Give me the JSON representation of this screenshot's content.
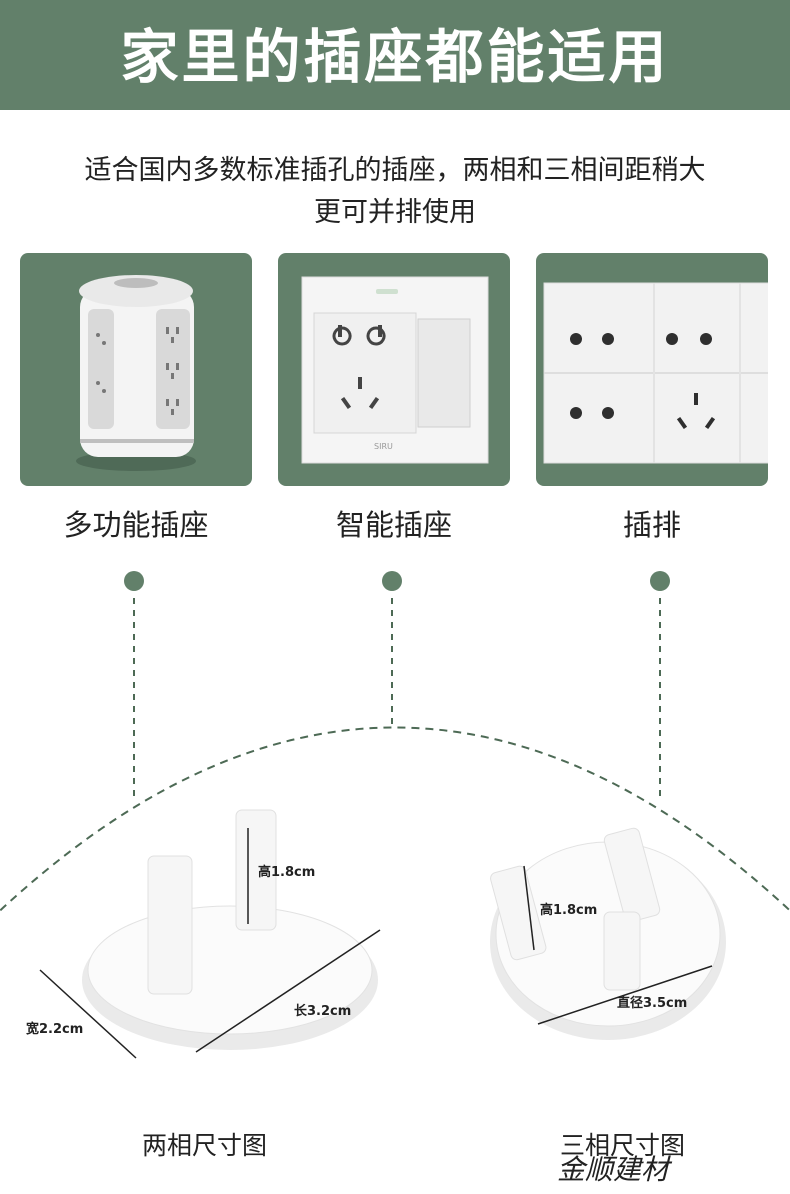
{
  "header": {
    "title": "家里的插座都能适用"
  },
  "intro": {
    "line1": "适合国内多数标准插孔的插座，两相和三相间距稍大",
    "line2": "更可并排使用"
  },
  "sockets": [
    {
      "label": "多功能插座",
      "icon": "tower-power-strip"
    },
    {
      "label": "智能插座",
      "icon": "wall-socket"
    },
    {
      "label": "插排",
      "icon": "power-strip"
    }
  ],
  "colors": {
    "accent": "#62806a",
    "background": "#ffffff"
  },
  "two_phase": {
    "caption": "两相尺寸图",
    "height": "高1.8cm",
    "length": "长3.2cm",
    "width": "宽2.2cm"
  },
  "three_phase": {
    "caption": "三相尺寸图",
    "height": "高1.8cm",
    "diameter": "直径3.5cm"
  },
  "watermark": "金顺建材"
}
